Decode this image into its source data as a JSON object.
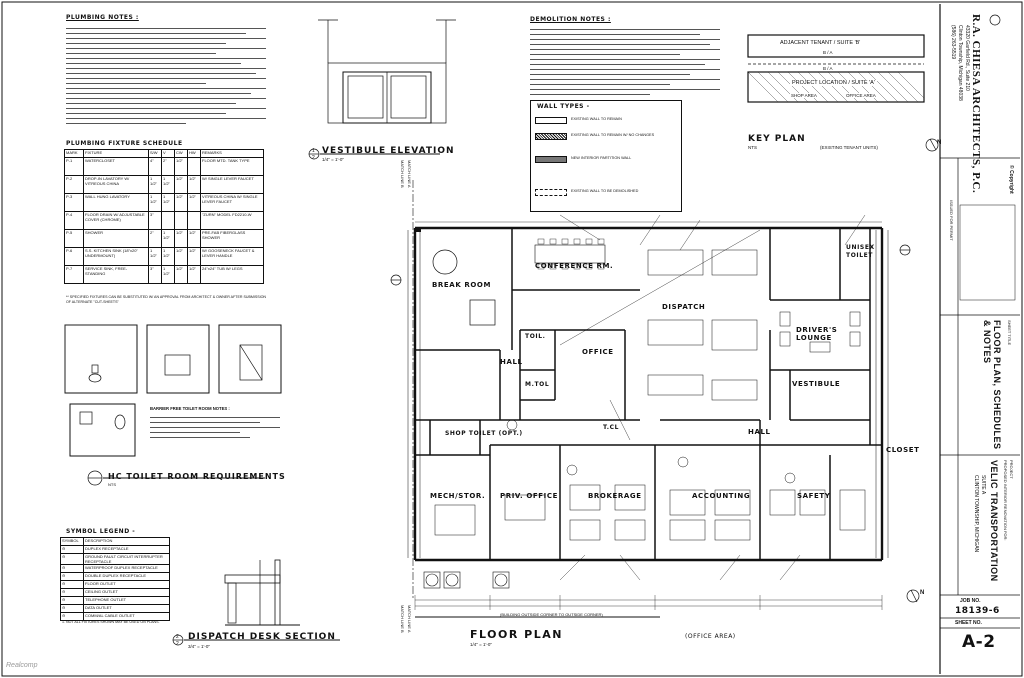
{
  "plumbing_notes": {
    "title": "PLUMBING NOTES :"
  },
  "plumbing_schedule": {
    "title": "PLUMBING FIXTURE SCHEDULE",
    "headers": [
      "MARK",
      "FIXTURE",
      "S/W",
      "V",
      "CW",
      "HW",
      "REMARKS"
    ],
    "rows": [
      {
        "mark": "P-1",
        "fixture": "WATERCLOSET",
        "sw": "4\"",
        "v": "2\"",
        "cw": "1/2\"",
        "hw": "",
        "remarks": "FLOOR MTD. TANK TYPE"
      },
      {
        "mark": "P-2",
        "fixture": "DROP-IN LAVATORY W/ VITREOUS CHINA",
        "sw": "1 1/2\"",
        "v": "1 1/2\"",
        "cw": "1/2\"",
        "hw": "1/2\"",
        "remarks": "W/ SINGLE LEVER FAUCET"
      },
      {
        "mark": "P-3",
        "fixture": "WALL HUNG LAVATORY",
        "sw": "1 1/2\"",
        "v": "1 1/2\"",
        "cw": "1/2\"",
        "hw": "1/2\"",
        "remarks": "VITREOUS CHINA W/ SINGLE LEVER FAUCET"
      },
      {
        "mark": "P-4",
        "fixture": "FLOOR DRAIN W/ ADJUSTABLE COVER (CHROME)",
        "sw": "3\"",
        "v": "",
        "cw": "",
        "hw": "",
        "remarks": "\"ZURN\" MODEL FD2210-W"
      },
      {
        "mark": "P-5",
        "fixture": "SHOWER",
        "sw": "2\"",
        "v": "1 1/2\"",
        "cw": "1/2\"",
        "hw": "1/2\"",
        "remarks": "PRE-FAB FIBERGLASS SHOWER"
      },
      {
        "mark": "P-6",
        "fixture": "S.S. KITCHEN SINK (18\"x20\" UNDERMOUNT)",
        "sw": "1 1/2\"",
        "v": "1 1/2\"",
        "cw": "1/2\"",
        "hw": "1/2\"",
        "remarks": "W/ GOOSENECK FAUCET & LEVER HANDLE"
      },
      {
        "mark": "P-7",
        "fixture": "SERVICE SINK, FREE-STANDING",
        "sw": "3\"",
        "v": "1 1/2\"",
        "cw": "1/2\"",
        "hw": "1/2\"",
        "remarks": "24\"x24\" TUB W/ LEGS"
      }
    ],
    "footnote": "** SPECIFIED FIXTURES CAN BE SUBSTITUTED W/ AN APPROVAL FROM ARCHITECT & OWNER AFTER SUBMISSION OF ALTERNATE \"CUT-SHEETS\""
  },
  "hc_toilet": {
    "barrier_title": "BARRIER FREE TOILET ROOM NOTES :",
    "title": "HC TOILET ROOM REQUIREMENTS",
    "scale": "NTS"
  },
  "symbol_legend": {
    "title": "SYMBOL LEGEND -",
    "headers": [
      "SYMBOL",
      "DESCRIPTION"
    ],
    "rows": [
      "DUPLEX RECEPTACLE",
      "GROUND FAULT CIRCUIT INTERRUPTER RECEPTACLE",
      "WATERPROOF DUPLEX RECEPTACLE",
      "DOUBLE DUPLEX RECEPTACLE",
      "FLOOR OUTLET",
      "CEILING OUTLET",
      "TELEPHONE OUTLET",
      "DATA OUTLET",
      "COMM/AL CABLE OUTLET"
    ],
    "note": "1. NOT ALL FIXTURES SHOWN MAY BE USED ON PLANS."
  },
  "vestibule": {
    "title": "VESTIBULE ELEVATION",
    "scale": "1/4\" = 1'-0\"",
    "num": "1",
    "sheet": "2"
  },
  "demolition_notes": {
    "title": "DEMOLITION NOTES :"
  },
  "wall_types": {
    "title": "WALL TYPES -",
    "rows": [
      "EXISTING WALL TO REMAIN",
      "EXISTING WALL TO REMAIN W/ NO CHANGES",
      "NEW INTERIOR PARTITION WALL",
      "EXISTING WALL TO BE DEMOLISHED"
    ]
  },
  "key_plan": {
    "adjacent": "ADJACENT TENANT / SUITE 'B'",
    "ba": "B / A",
    "project": "PROJECT LOCATION / SUITE 'A'",
    "shop": "SHOP AREA",
    "office": "OFFICE AREA",
    "title": "KEY PLAN",
    "scale": "NTS",
    "existing": "(EXISTING TENANT UNITS)"
  },
  "rooms": {
    "break_room": "BREAK ROOM",
    "conference": "CONFERENCE RM.",
    "dispatch": "DISPATCH",
    "office": "OFFICE",
    "hall1": "HALL",
    "hall2": "HALL",
    "toil": "TOIL.",
    "mtol": "M.TOL",
    "tcl": "T.CL",
    "shop_toilet": "SHOP TOILET (OPT.)",
    "mech": "MECH/STOR.",
    "priv_office": "PRIV. OFFICE",
    "brokerage": "BROKERAGE",
    "accounting": "ACCOUNTING",
    "safety": "SAFETY",
    "drivers_lounge": "DRIVER'S LOUNGE",
    "vestibule": "VESTIBULE",
    "closet": "CLOSET",
    "unisex_toilet": "UNISEX TOILET"
  },
  "floor_plan": {
    "title": "FLOOR PLAN",
    "area": "(OFFICE AREA)",
    "scale": "1/4\" = 1'-0\"",
    "num": "1",
    "sheet": "2",
    "match_line_b": "MATCH LINE B",
    "match_line_a": "MATCH LINE A",
    "bottom_dim": "(BUILDING OUTSIDE CORNER TO OUTSIDE CORNER)"
  },
  "dispatch_desk": {
    "title": "DISPATCH DESK SECTION",
    "scale": "3/4\" = 1'-0\"",
    "num": "2",
    "sheet": "2"
  },
  "title_block": {
    "firm": "R.A. CHIESA ARCHITECTS, P.C.",
    "address": "43320 Garfield Rd., Suite 210",
    "city": "Clinton Township, Michigan 48038",
    "phone": "(586) 263-5519",
    "copyright": "© Copyright",
    "sheet_title_label": "SHEET TITLE",
    "sheet_title": "FLOOR PLAN, SCHEDULES & NOTES",
    "project_label": "PROJECT",
    "project_desc": "PROPOSED INTERIOR RENOVATION FOR:",
    "project_name": "VELIC TRANSPORTATION",
    "project_addr": "CLINTON TOWNSHIP, MICHIGAN",
    "suite": "SUITE A",
    "job_label": "JOB NO.",
    "job_no": "18139-6",
    "sheet_label": "SHEET NO.",
    "sheet_no": "A-2",
    "stamp": "ISSUED FOR PERMIT"
  },
  "watermark": "Realcomp"
}
